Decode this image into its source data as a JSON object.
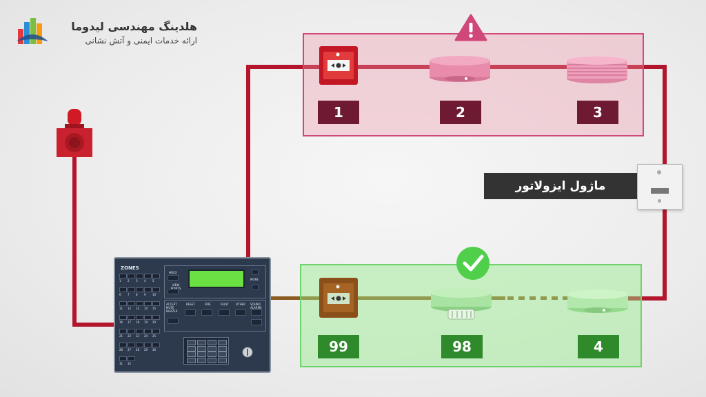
{
  "brand": {
    "title": "هلدینگ مهندسی لیدوما",
    "subtitle": "ارائه خدمات ایمنی و آتش نشانی"
  },
  "isolator_label": "ماژول ایزولاتور",
  "red_zone": {
    "status_icon": "warning-triangle-icon",
    "accent": "#d0477a",
    "devices": [
      {
        "number": "1",
        "type": "manual-call-point"
      },
      {
        "number": "2",
        "type": "smoke-detector"
      },
      {
        "number": "3",
        "type": "smoke-detector"
      }
    ]
  },
  "green_zone": {
    "status_icon": "check-circle-icon",
    "accent": "#6fd36b",
    "devices": [
      {
        "number": "99",
        "type": "manual-call-point"
      },
      {
        "number": "98",
        "type": "smoke-detector"
      },
      {
        "number": "4",
        "type": "smoke-detector"
      }
    ]
  },
  "panel": {
    "zones_title": "ZONES",
    "zone_numbers": [
      "1",
      "2",
      "3",
      "4",
      "5",
      "6",
      "7",
      "8",
      "9",
      "10",
      "11",
      "12",
      "13",
      "14",
      "15",
      "16",
      "17",
      "18",
      "19",
      "20",
      "21",
      "22",
      "23",
      "24",
      "25",
      "26",
      "27",
      "28",
      "29",
      "30",
      "31",
      "32"
    ],
    "buttons": {
      "hold": "HOLD",
      "view_points": "VIEW POINTS",
      "more": "MORE",
      "accept": "ACCEPT MUTE BUZZER",
      "reset": "RESET",
      "fire": "FIRE",
      "fault": "FAULT",
      "other": "OTHER",
      "sound_alarms": "SOUND ALARMS"
    }
  },
  "colors": {
    "wire": "#b3162c",
    "wire_brown": "#8a5a1e",
    "panel": "#2d3a4e",
    "lcd": "#6be043"
  }
}
